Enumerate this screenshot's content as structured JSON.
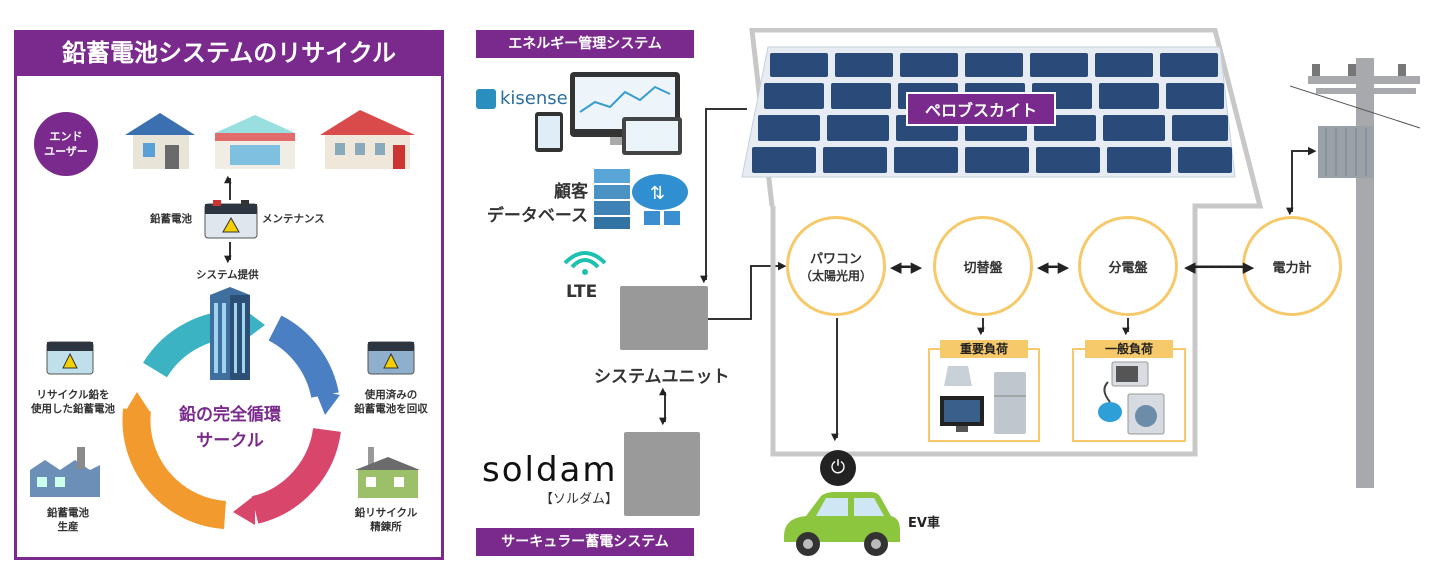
{
  "left": {
    "title": "鉛蓄電池システムのリサイクル",
    "end_user_1": "エンド",
    "end_user_2": "ユーザー",
    "battery": "鉛蓄電池",
    "maintenance": "メンテナンス",
    "system_provide": "システム提供",
    "cycle_1": "鉛の完全循環",
    "cycle_2": "サークル",
    "recycled_1": "リサイクル鉛を",
    "recycled_2": "使用した鉛蓄電池",
    "collect_1": "使用済みの",
    "collect_2": "鉛蓄電池を回収",
    "production_1": "鉛蓄電池",
    "production_2": "生産",
    "smelter_1": "鉛リサイクル",
    "smelter_2": "精錬所"
  },
  "middle": {
    "ems_tag": "エネルギー管理システム",
    "kisense": "kisense",
    "db_1": "顧客",
    "db_2": "データベース",
    "lte": "LTE",
    "system_unit": "システムユニット",
    "soldam": "soldam",
    "soldam_kana": "【ソルダム】",
    "circular_tag": "サーキュラー蓄電システム"
  },
  "right": {
    "perovskite": "ペロブスカイト",
    "pcs_1": "パワコン",
    "pcs_2": "（太陽光用）",
    "switch": "切替盤",
    "distribution": "分電盤",
    "meter": "電力計",
    "important_load": "重要負荷",
    "general_load": "一般負荷",
    "ev": "EV車"
  },
  "colors": {
    "purple": "#7a2a8c",
    "node_border": "#f6c96a",
    "panel_blue": "#2a4a7a",
    "ev_green": "#8cc63f"
  }
}
